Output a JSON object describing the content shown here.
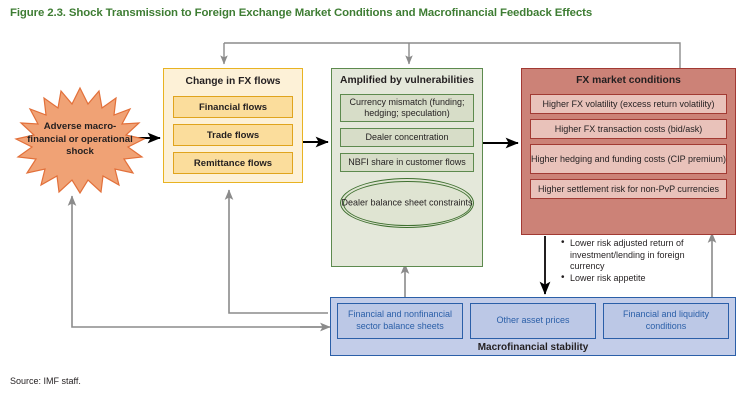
{
  "figure": {
    "title": "Figure 2.3. Shock Transmission to Foreign Exchange Market Conditions and Macrofinancial Feedback Effects",
    "source": "Source: IMF staff."
  },
  "shock": {
    "label": "Adverse macro-financial or operational shock"
  },
  "stages": {
    "fx_flows": {
      "title": "Change in FX flows",
      "items": [
        "Financial flows",
        "Trade flows",
        "Remittance flows"
      ]
    },
    "vulnerabilities": {
      "title": "Amplified by vulnerabilities",
      "items": [
        "Currency mismatch (funding; hedging; speculation)",
        "Dealer concentration",
        "NBFI share in customer flows"
      ],
      "ellipse": "Dealer balance sheet constraints"
    },
    "market_conditions": {
      "title": "FX market conditions",
      "items": [
        "Higher FX volatility (excess return volatility)",
        "Higher FX transaction costs (bid/ask)",
        "Higher hedging and funding costs (CIP premium)",
        "Higher settlement risk for non-PvP currencies"
      ]
    },
    "stability": {
      "title": "Macrofinancial stability",
      "items": [
        "Financial and nonfinancial sector balance sheets",
        "Other asset prices",
        "Financial and liquidity conditions"
      ]
    }
  },
  "impacts": {
    "bullets": [
      "Lower risk adjusted return of investment/lending in foreign currency",
      "Lower risk appetite"
    ]
  },
  "colors": {
    "title_green": "#3e7d33",
    "shock_fill": "#f0a275",
    "shock_stroke": "#e2703a",
    "fx_flows_fill": "#fdf1d7",
    "fx_flows_stroke": "#e8b322",
    "vulnerabilities_fill": "#e4e8da",
    "vulnerabilities_stroke": "#5d8a4e",
    "market_fill": "#cc8277",
    "market_stroke": "#a23a33",
    "stability_fill": "#c3cde9",
    "stability_stroke": "#2b5fa8",
    "flow_arrow": "#000000",
    "feedback_arrow": "#8b8b8b"
  }
}
